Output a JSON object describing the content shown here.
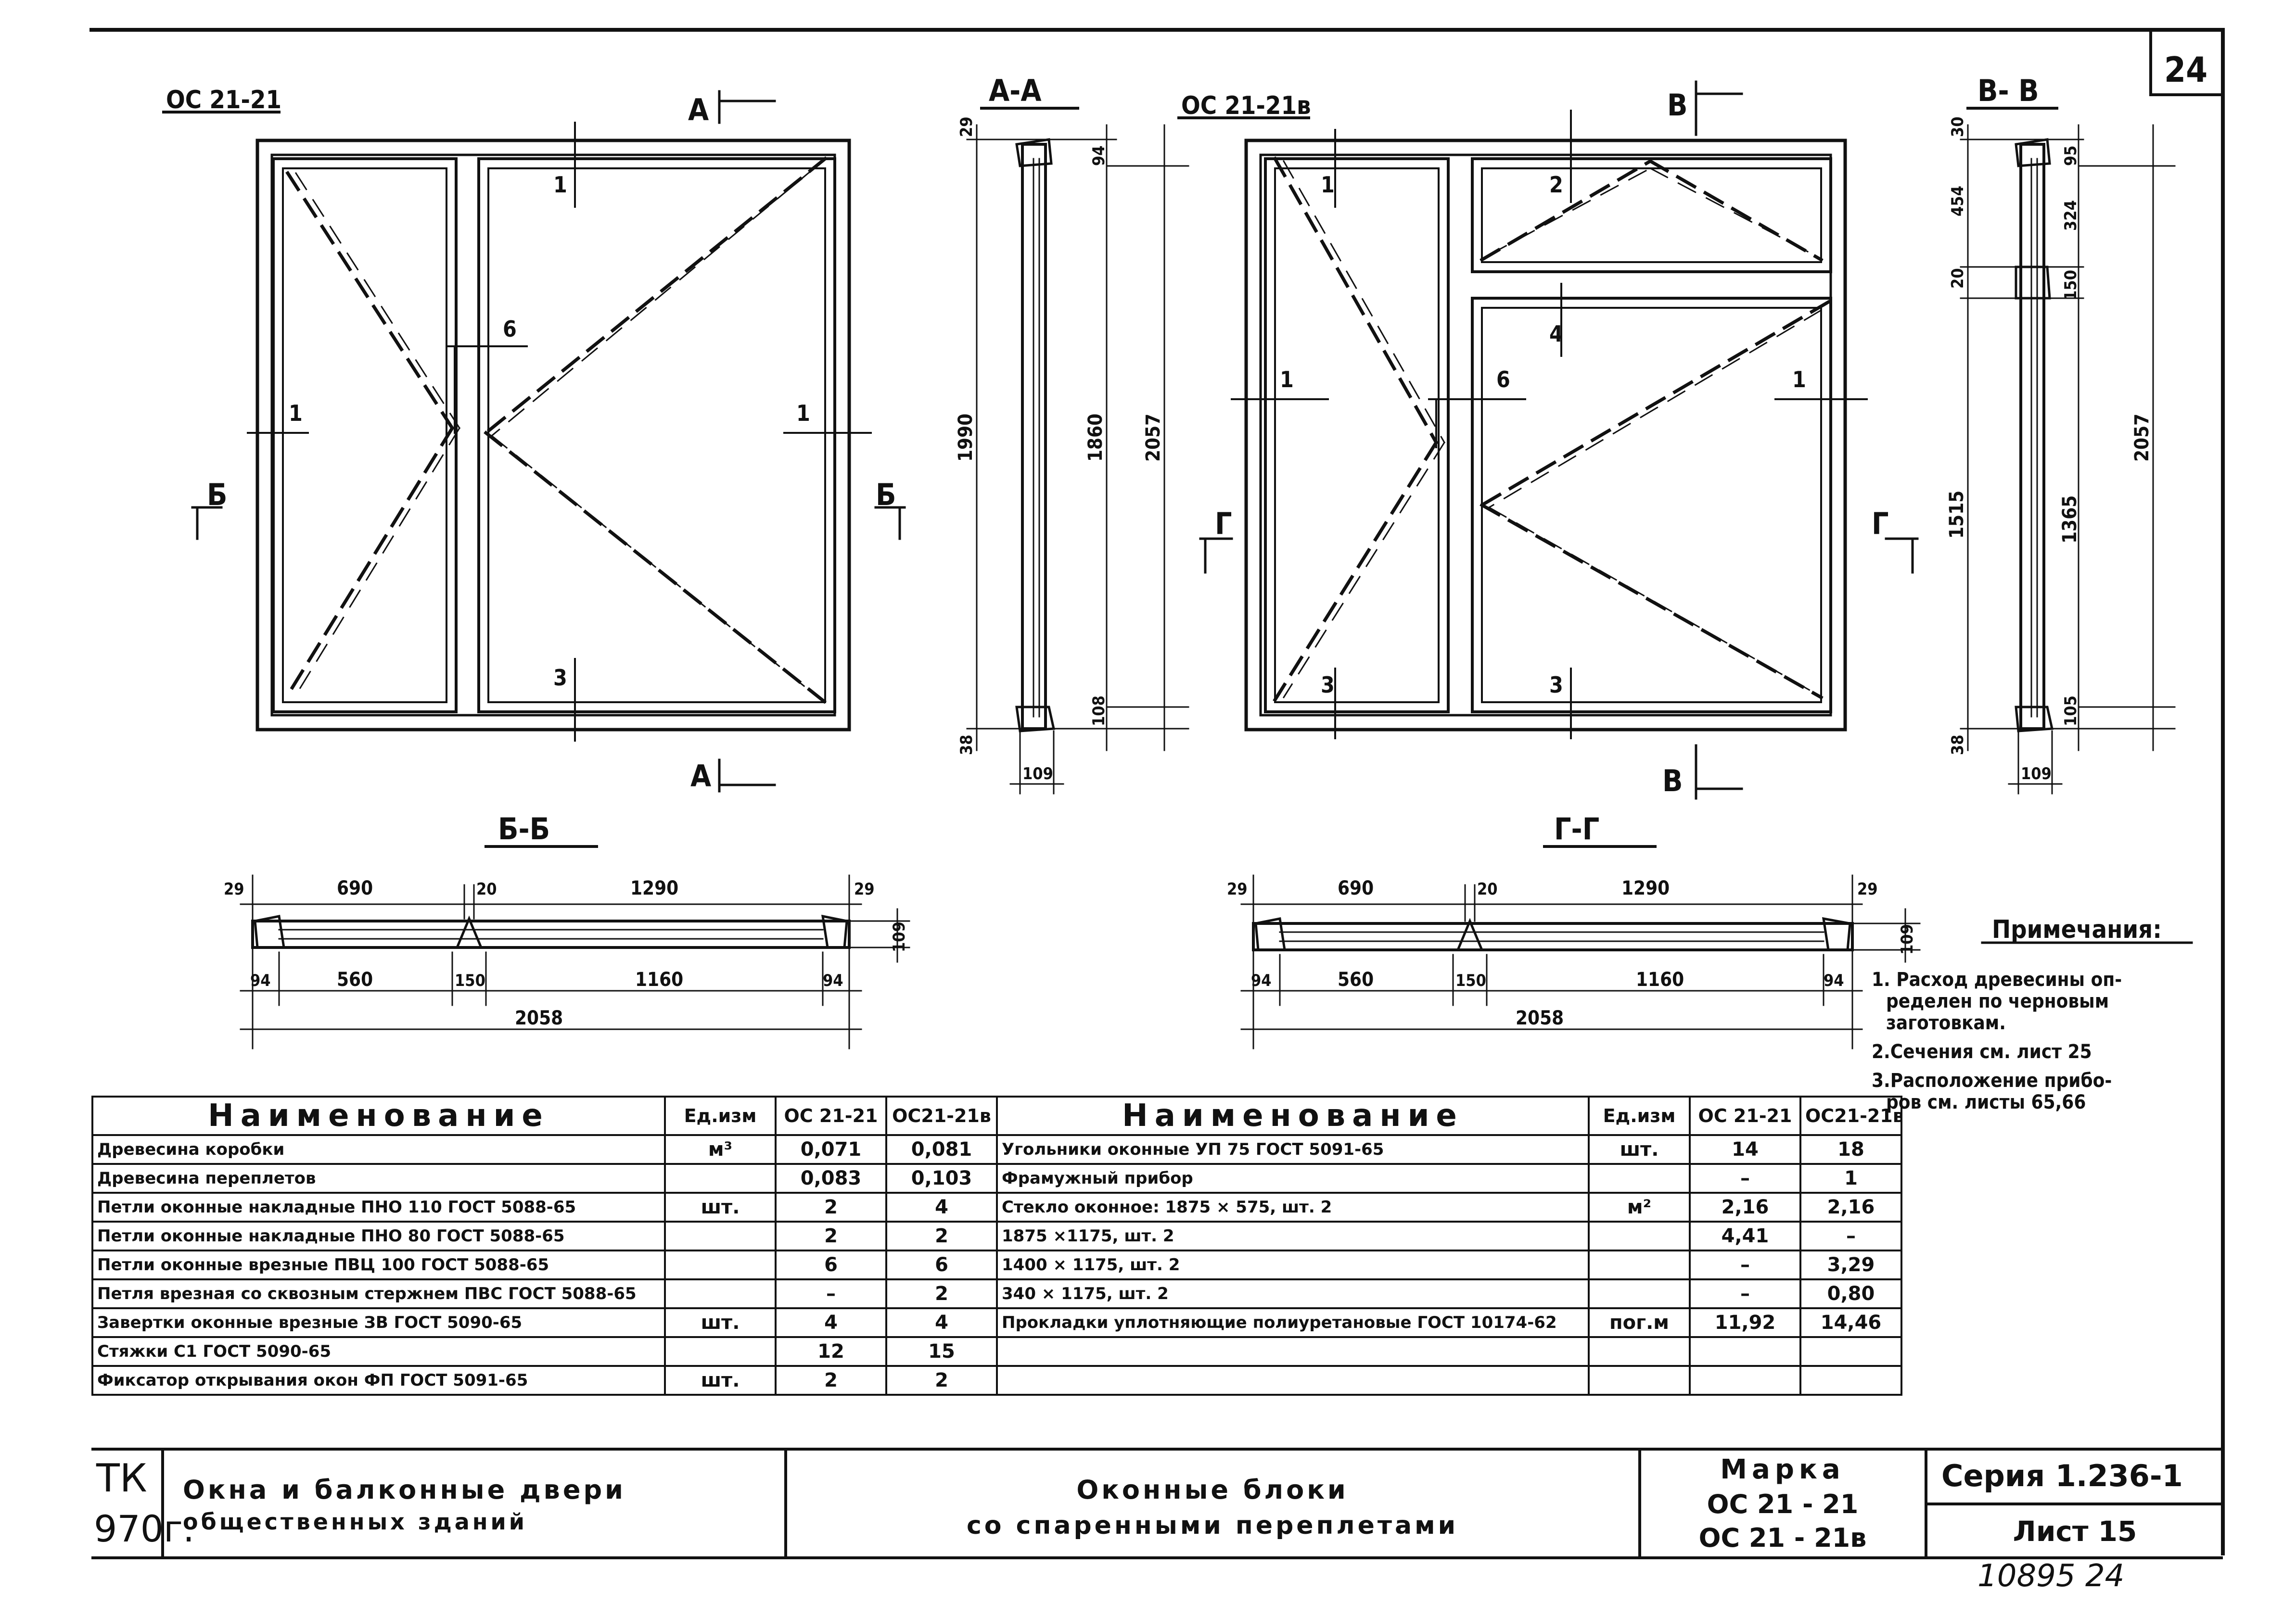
{
  "sheet_number": "24",
  "views": {
    "front_left_title": "ОС 21-21",
    "front_right_title": "ОС 21-21в",
    "section_aa": "А-А",
    "section_vv": "В- В",
    "section_bb": "Б-Б",
    "section_gg": "Г-Г",
    "mark_a": "А",
    "mark_b": "Б",
    "mark_v": "В",
    "mark_g": "Г",
    "left_labels": [
      "1",
      "1",
      "1",
      "3",
      "6"
    ],
    "right_labels": [
      "1",
      "2",
      "4",
      "6",
      "1",
      "1",
      "3",
      "3"
    ]
  },
  "dims": {
    "aa": {
      "top": "29",
      "top_in": "94",
      "total": "1990",
      "inner": "1860",
      "outer": "2057",
      "bottom": "38",
      "bottom_in": "108",
      "width": "109"
    },
    "vv": {
      "top": "30",
      "d454": "454",
      "d20": "20",
      "d1515": "1515",
      "d95": "95",
      "d324": "324",
      "d150": "150",
      "d1365": "1365",
      "total": "2057",
      "bottom": "38",
      "bottom_in": "105",
      "width": "109"
    },
    "bb": {
      "a": "29",
      "b": "690",
      "c": "20",
      "d": "1290",
      "e": "29",
      "f": "94",
      "g": "560",
      "h": "150",
      "i": "1160",
      "j": "94",
      "total": "2058",
      "side": "109"
    },
    "gg": {
      "a": "29",
      "b": "690",
      "c": "20",
      "d": "1290",
      "e": "29",
      "f": "94",
      "g": "560",
      "h": "150",
      "i": "1160",
      "j": "94",
      "total": "2058",
      "side": "109"
    }
  },
  "notes": {
    "title": "Примечания:",
    "items": [
      "1. Расход древесины оп-",
      "ределен по черновым",
      "заготовкам.",
      "2.Сечения см. лист 25",
      "3.Расположение прибо-",
      "ров см. листы 65,66"
    ]
  },
  "table_left": {
    "headers": [
      "Наименование",
      "Ед.изм",
      "ОС 21-21",
      "ОС21-21в"
    ],
    "rows": [
      [
        "Древесина коробки",
        "м³",
        "0,071",
        "0,081"
      ],
      [
        "Древесина переплетов",
        "",
        "0,083",
        "0,103"
      ],
      [
        "Петли оконные накладные ПНО 110 ГОСТ 5088-65",
        "шт.",
        "2",
        "4"
      ],
      [
        "Петли оконные накладные ПНО 80 ГОСТ 5088-65",
        "",
        "2",
        "2"
      ],
      [
        "Петли оконные врезные ПВЦ 100 ГОСТ 5088-65",
        "",
        "6",
        "6"
      ],
      [
        "Петля врезная со сквозным стержнем ПВС ГОСТ 5088-65",
        "",
        "–",
        "2"
      ],
      [
        "Завертки оконные врезные ЗВ ГОСТ 5090-65",
        "шт.",
        "4",
        "4"
      ],
      [
        "Стяжки С1 ГОСТ 5090-65",
        "",
        "12",
        "15"
      ],
      [
        "Фиксатор открывания окон ФП ГОСТ 5091-65",
        "шт.",
        "2",
        "2"
      ]
    ]
  },
  "table_right": {
    "headers": [
      "Наименование",
      "Ед.изм",
      "ОС 21-21",
      "ОС21-21в"
    ],
    "rows": [
      [
        "Угольники оконные УП 75 ГОСТ 5091-65",
        "шт.",
        "14",
        "18"
      ],
      [
        "Фрамужный прибор",
        "",
        "–",
        "1"
      ],
      [
        "Стекло оконное: 1875 × 575, шт. 2",
        "м²",
        "2,16",
        "2,16"
      ],
      [
        "1875 ×1175, шт. 2",
        "",
        "4,41",
        "–"
      ],
      [
        "1400 × 1175, шт. 2",
        "",
        "–",
        "3,29"
      ],
      [
        "340 × 1175, шт. 2",
        "",
        "–",
        "0,80"
      ],
      [
        "Прокладки уплотняющие полиуретановые ГОСТ 10174-62",
        "пог.м",
        "11,92",
        "14,46"
      ],
      [
        "",
        "",
        "",
        ""
      ],
      [
        "",
        "",
        "",
        ""
      ]
    ]
  },
  "title_block": {
    "org": "ТК",
    "year": "970г.",
    "subject_line1": "Окна и балконные двери",
    "subject_line2": "общественных зданий",
    "name_line1": "Оконные блоки",
    "name_line2": "со спаренными переплетами",
    "mark_label": "Марка",
    "mark1": "ОС 21 - 21",
    "mark2": "ОС 21 - 21в",
    "series": "Серия 1.236-1",
    "sheet": "Лист 15"
  },
  "inventory": "10895 24"
}
